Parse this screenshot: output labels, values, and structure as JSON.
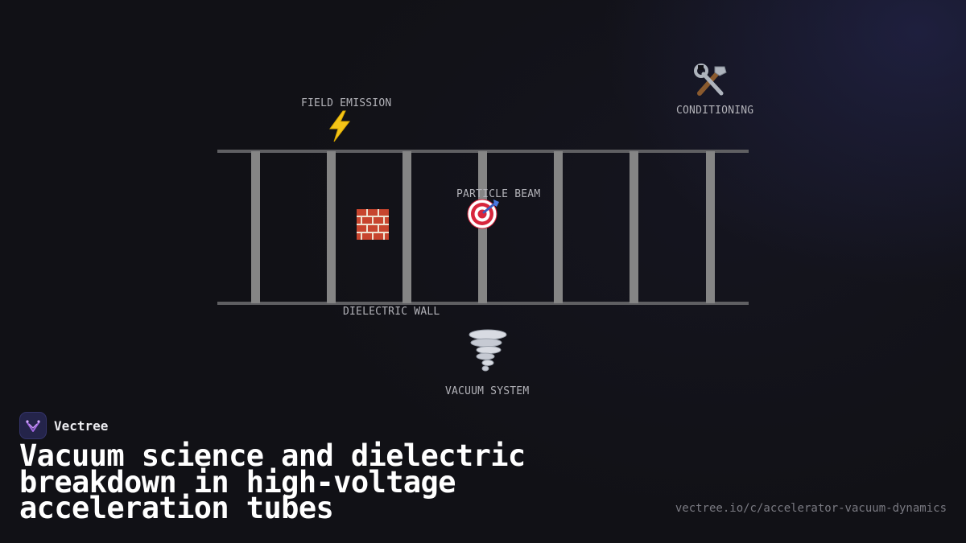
{
  "diagram": {
    "labels": {
      "field_emission": "FIELD EMISSION",
      "conditioning": "CONDITIONING",
      "particle_beam": "PARTICLE BEAM",
      "dielectric_wall": "DIELECTRIC WALL",
      "vacuum_system": "VACUUM SYSTEM"
    },
    "icons": {
      "field_emission": "lightning-icon",
      "conditioning": "tools-icon",
      "particle_beam": "target-icon",
      "dielectric_wall": "brick-icon",
      "vacuum_system": "tornado-icon"
    },
    "colors": {
      "electrode": "#858585",
      "rail": "#5f5f62",
      "label": "#b2b2b8"
    }
  },
  "brand": {
    "name": "Vectree",
    "logo_color": "#24244a",
    "accent": "#a066e0"
  },
  "title": "Vacuum science and dielectric breakdown in high-voltage acceleration tubes",
  "url": "vectree.io/c/accelerator-vacuum-dynamics"
}
